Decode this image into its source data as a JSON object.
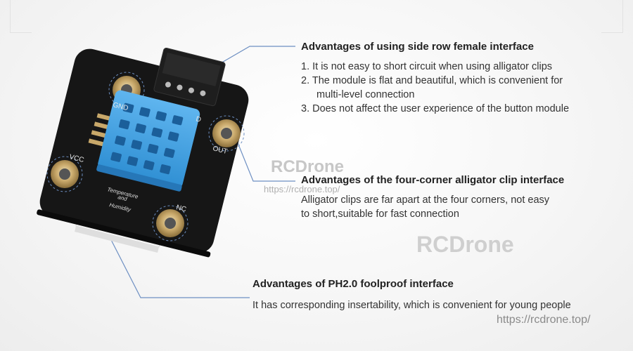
{
  "sections": [
    {
      "heading": "Advantages of using side row female interface",
      "lines": [
        "1. It is not easy to short circuit when using alligator clips",
        "2. The module is flat and beautiful, which is convenient for",
        "multi-level connection",
        "3. Does not affect the user experience of the button module"
      ]
    },
    {
      "heading": "Advantages of the four-corner alligator clip interface",
      "lines": [
        "Alligator clips are far apart at the four corners, not easy",
        "to short,suitable for fast connection"
      ]
    },
    {
      "heading": "Advantages of PH2.0 foolproof interface",
      "lines": [
        "It has corresponding insertability, which is convenient for young people"
      ]
    }
  ],
  "board": {
    "label_gnd": "GND",
    "label_vcc": "VCC",
    "label_out": "OUT",
    "label_nc": "NC",
    "label_d": "D",
    "sensor_line1": "Temperature",
    "sensor_line2": "and",
    "sensor_line3": "Humidity"
  },
  "watermarks": {
    "brand": "RCDrone",
    "url": "https://rcdrone.top/"
  },
  "colors": {
    "board": "#1a1a1a",
    "sensor": "#3b9fe0",
    "pad_gold": "#c8a86a",
    "callout_line": "#6d8fc2"
  }
}
